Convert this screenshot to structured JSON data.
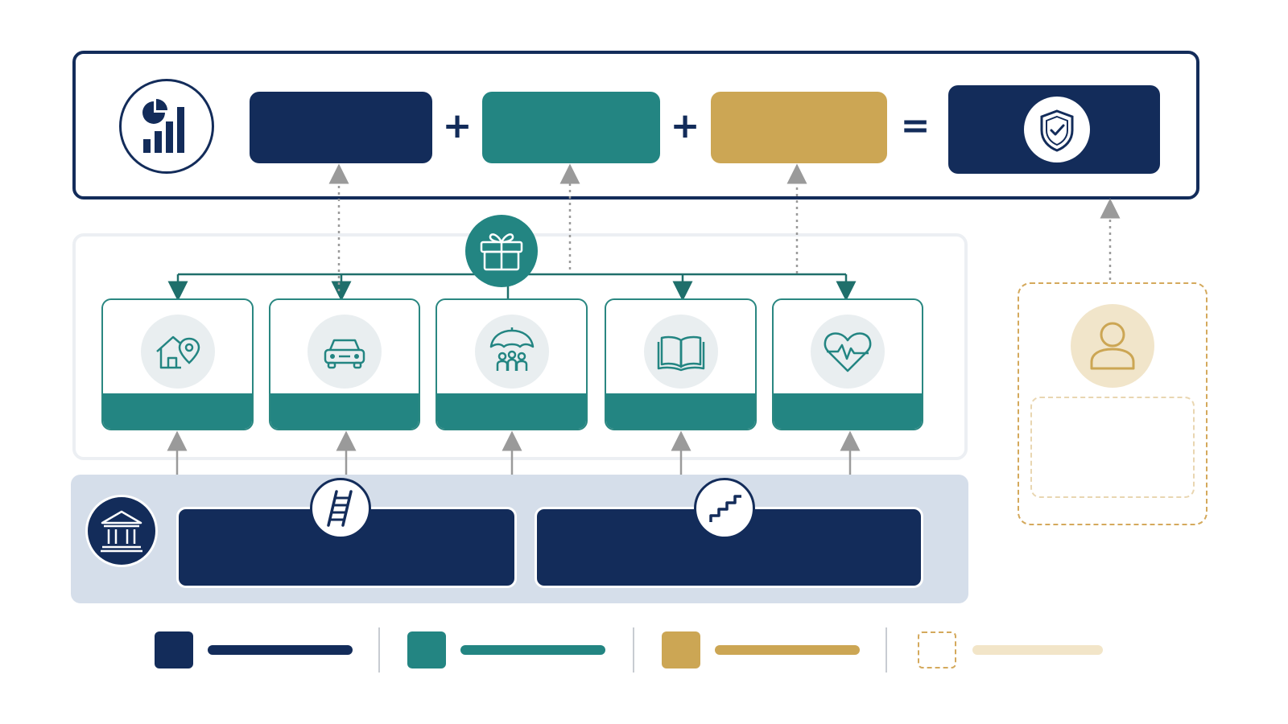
{
  "colors": {
    "navy": "#132c5a",
    "teal": "#238582",
    "gold": "#cca654",
    "gold_light": "#f1e5ca",
    "legend_dashed_line": "#f2e5c8",
    "arrow_gray": "#9a9a9a"
  },
  "formula": {
    "operators": [
      "+",
      "+",
      "="
    ],
    "terms": [
      "navy",
      "teal",
      "gold"
    ],
    "result_icon": "shield-check-icon",
    "badge_icon": "bar-pie-chart-icon"
  },
  "benefits": {
    "hub_icon": "gift-icon",
    "cards": [
      {
        "icon": "house-location-icon"
      },
      {
        "icon": "car-icon"
      },
      {
        "icon": "family-umbrella-icon"
      },
      {
        "icon": "open-book-icon"
      },
      {
        "icon": "heart-pulse-icon"
      }
    ]
  },
  "foundation": {
    "bank_icon": "bank-icon",
    "bars": [
      {
        "icon": "ladder-icon"
      },
      {
        "icon": "stairs-icon"
      }
    ]
  },
  "personal": {
    "icon": "person-icon"
  },
  "legend": [
    {
      "swatch": "navy"
    },
    {
      "swatch": "teal"
    },
    {
      "swatch": "gold"
    },
    {
      "swatch": "dashed"
    }
  ]
}
